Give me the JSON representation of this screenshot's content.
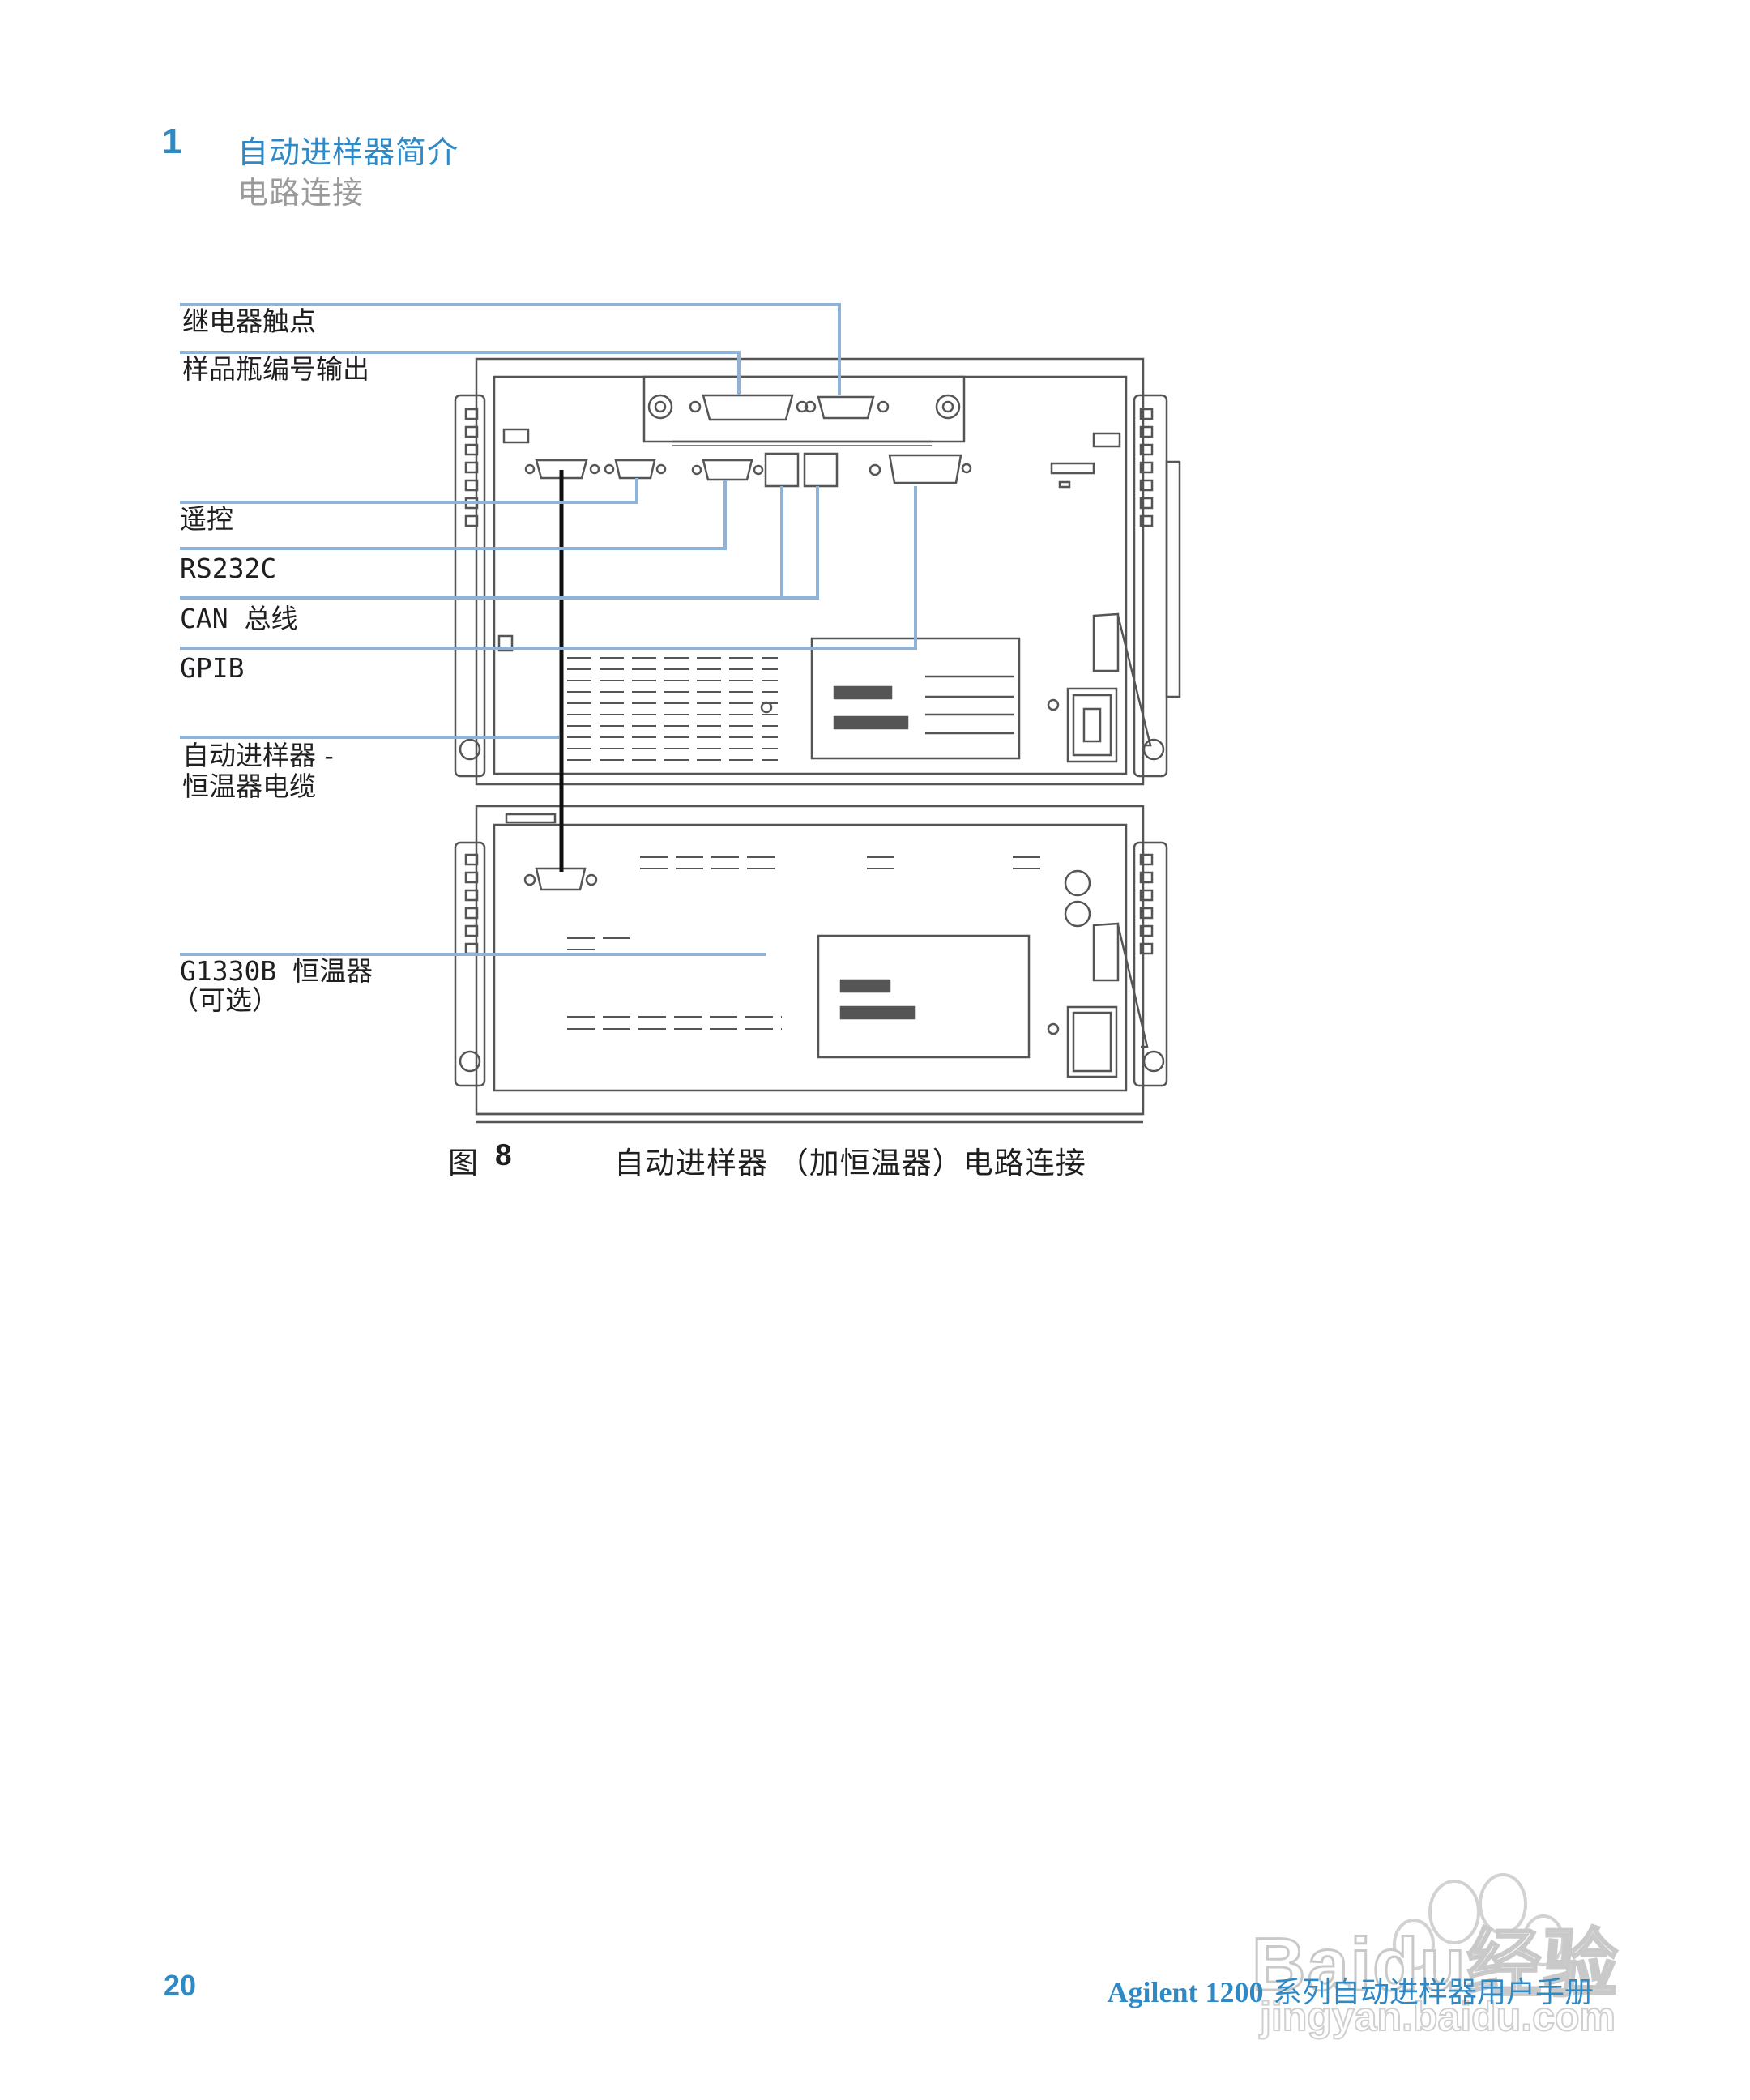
{
  "header": {
    "chapter_number": "1",
    "chapter_title": "自动进样器简介",
    "section_title": "电路连接"
  },
  "figure": {
    "callouts": {
      "relay_contacts": "继电器触点",
      "vial_number_output": "样品瓶编号输出",
      "remote": "遥控",
      "rs232c": "RS232C",
      "can_bus": "CAN 总线",
      "gpib": "GPIB",
      "thermostat_cable_line1": "自动进样器 -",
      "thermostat_cable_line2": "恒温器电缆",
      "thermostat_line1": "G1330B 恒温器",
      "thermostat_line2": "（可选）"
    },
    "caption": {
      "label": "图",
      "number": "8",
      "text": "自动进样器 （加恒温器）电路连接"
    }
  },
  "footer": {
    "page_number": "20",
    "brand": "Agilent 1200",
    "title": "系列自动进样器用户手册"
  },
  "watermark": {
    "main": "Baidu经验",
    "url": "jingyan.baidu.com"
  },
  "colors": {
    "accent": "#2e8ac6",
    "callout_line": "#8fb3d6",
    "drawing": "#555555"
  }
}
